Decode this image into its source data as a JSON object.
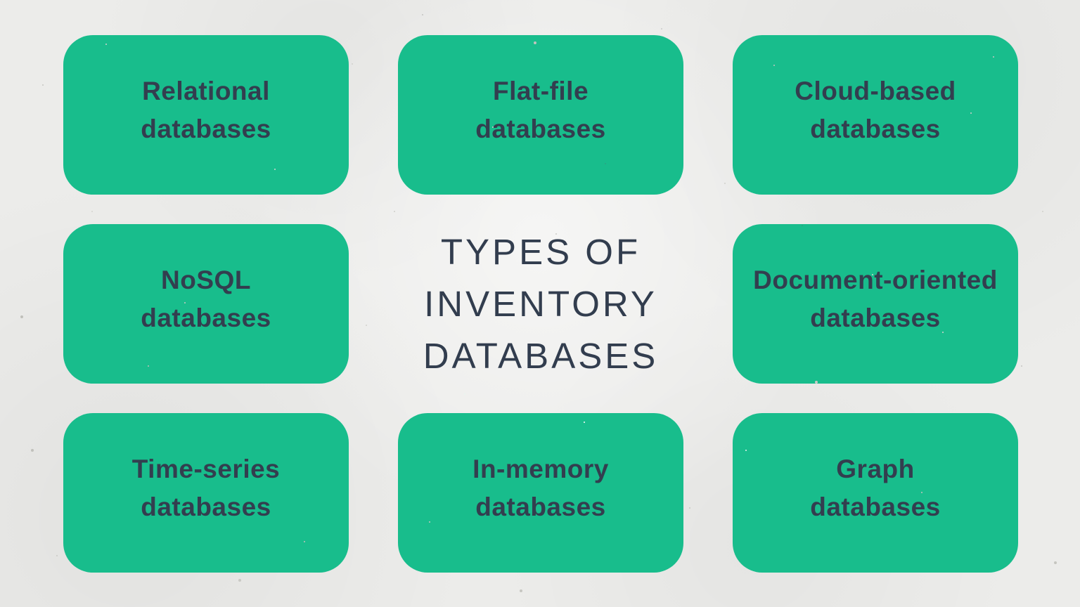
{
  "title": {
    "lines": [
      "TYPES OF",
      "INVENTORY",
      "DATABASES"
    ]
  },
  "cards": [
    {
      "line1": "Relational",
      "line2": "databases"
    },
    {
      "line1": "Flat-file",
      "line2": "databases"
    },
    {
      "line1": "Cloud-based",
      "line2": "databases"
    },
    {
      "line1": "NoSQL",
      "line2": "databases"
    },
    {
      "line1": "Document-oriented",
      "line2": "databases"
    },
    {
      "line1": "Time-series",
      "line2": "databases"
    },
    {
      "line1": "In-memory",
      "line2": "databases"
    },
    {
      "line1": "Graph",
      "line2": "databases"
    }
  ],
  "colors": {
    "card_green": "#18bd8c",
    "card_text": "#333e4f",
    "title_text": "#323d4e",
    "background": "#ececea"
  }
}
